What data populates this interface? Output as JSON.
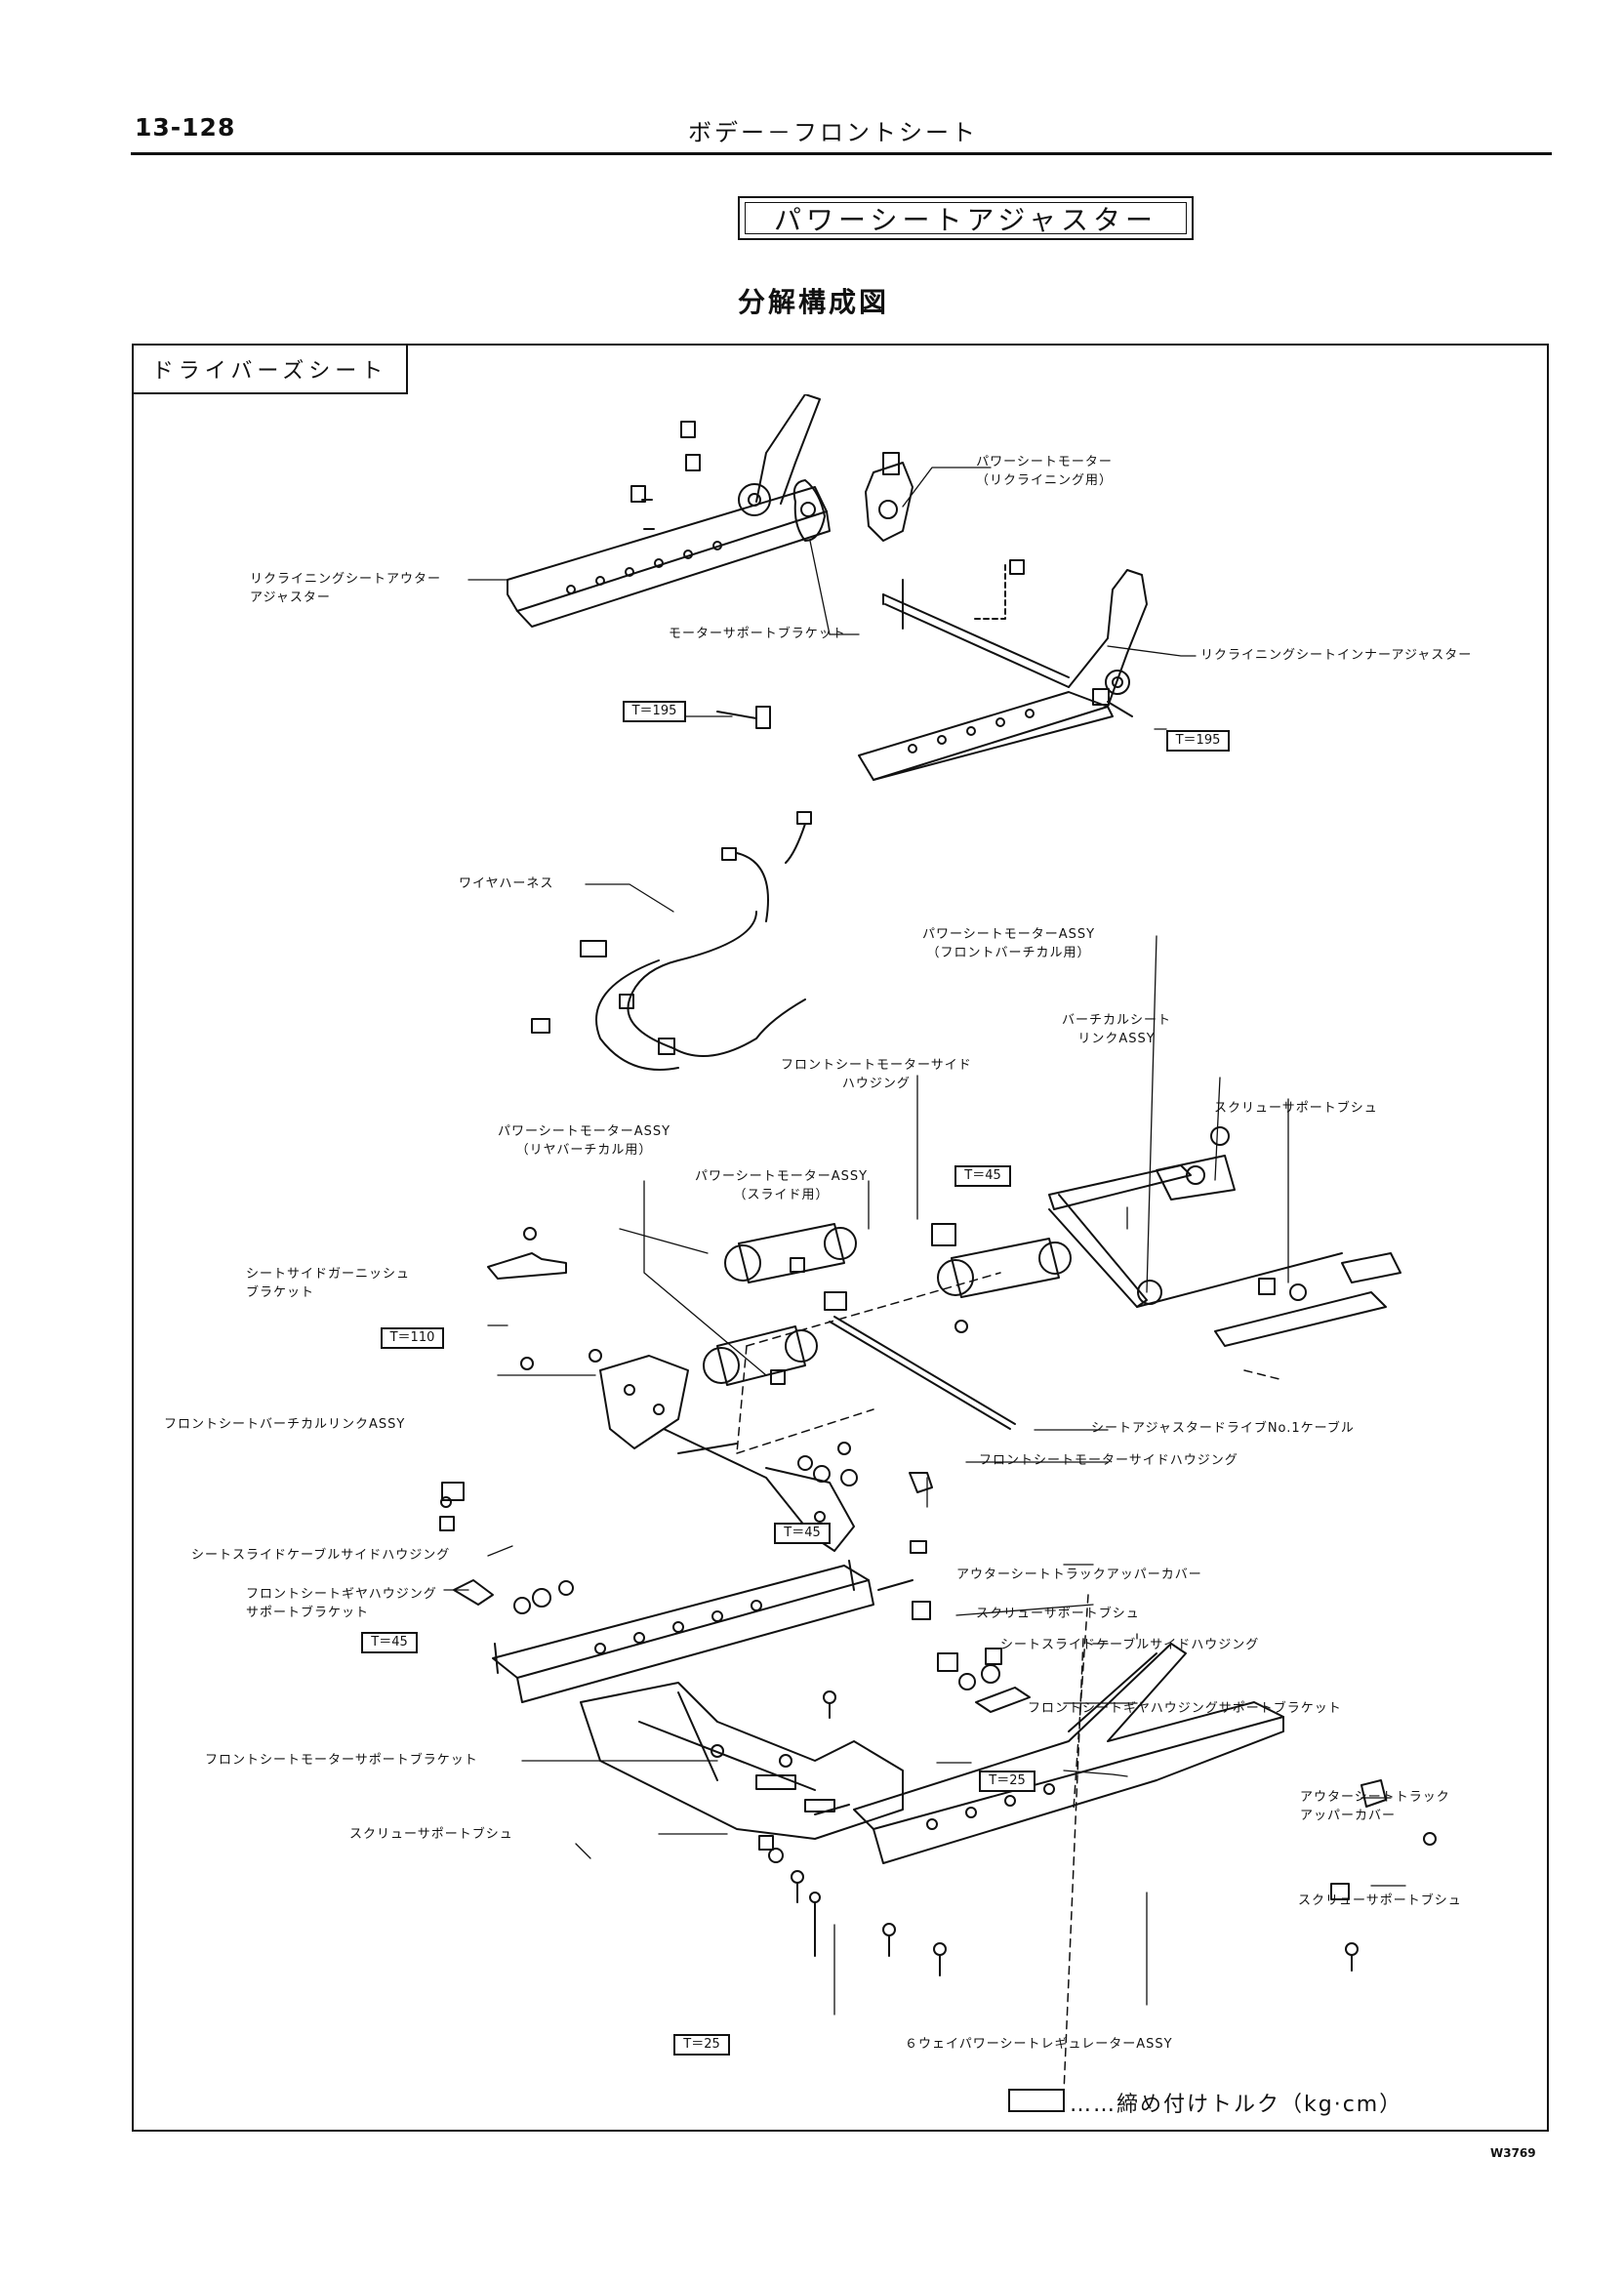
{
  "header": {
    "page_number": "13-128",
    "title": "ボデー－フロントシート"
  },
  "section_title": "パワーシートアジャスター",
  "subtitle": "分解構成図",
  "frame_label": "ドライバーズシート",
  "parts": {
    "power_seat_motor_recline": [
      "パワーシートモーター",
      "（リクライニング用）"
    ],
    "recline_outer_adjuster": [
      "リクライニングシートアウター",
      "アジャスター"
    ],
    "motor_support_bracket": "モーターサポートブラケット",
    "recline_inner_adjuster": "リクライニングシートインナーアジャスター",
    "wire_harness": "ワイヤハーネス",
    "motor_assy_front_vertical": [
      "パワーシートモーターASSY",
      "（フロントバーチカル用）"
    ],
    "vertical_link_assy": [
      "バーチカルシート",
      "リンクASSY"
    ],
    "front_motor_side_housing_1": [
      "フロントシートモーターサイド",
      "ハウジング"
    ],
    "screw_support_bush_1": "スクリューサポートブシュ",
    "motor_assy_rear_vertical": [
      "パワーシートモーターASSY",
      "（リヤバーチカル用）"
    ],
    "motor_assy_slide": [
      "パワーシートモーターASSY",
      "（スライド用）"
    ],
    "side_garnish_bracket": [
      "シートサイドガーニッシュ",
      "ブラケット"
    ],
    "front_vertical_link_assy": "フロントシートバーチカルリンクASSY",
    "drive_cable_no1": "シートアジャスタードライブNo.1ケーブル",
    "front_motor_side_housing_2": "フロントシートモーターサイドハウジング",
    "slide_cable_side_housing_1": "シートスライドケーブルサイドハウジング",
    "gear_housing_support_bracket_1": [
      "フロントシートギヤハウジング",
      "サポートブラケット"
    ],
    "outer_track_upper_cover_1": "アウターシートトラックアッパーカバー",
    "screw_support_bush_2": "スクリューサポートブシュ",
    "slide_cable_side_housing_2": "シートスライドケーブルサイドハウジング",
    "gear_housing_support_bracket_2": "フロントシートギヤハウジングサポートブラケット",
    "front_motor_support_bracket": "フロントシートモーターサポートブラケット",
    "outer_track_upper_cover_2": [
      "アウターシートトラック",
      "アッパーカバー"
    ],
    "screw_support_bush_3": "スクリューサポートブシュ",
    "screw_support_bush_4": "スクリューサポートブシュ",
    "regulator_assy": "６ウェイパワーシートレギュレーターASSY"
  },
  "torques": {
    "t1": "T＝195",
    "t2": "T＝195",
    "t3": "T＝45",
    "t4": "T＝110",
    "t5": "T＝45",
    "t6": "T＝45",
    "t7": "T＝25",
    "t8": "T＝25"
  },
  "legend": "……締め付けトルク（kg·cm）",
  "figure_code": "W3769"
}
